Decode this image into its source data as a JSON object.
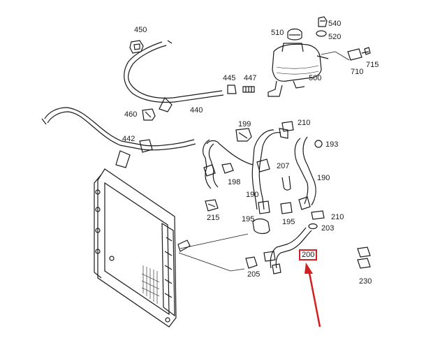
{
  "diagram": {
    "part_labels": [
      "450",
      "510",
      "540",
      "520",
      "715",
      "710",
      "500",
      "445",
      "447",
      "440",
      "460",
      "442",
      "199",
      "210",
      "193",
      "207",
      "198",
      "190",
      "190",
      "215",
      "195",
      "195",
      "210",
      "203",
      "200",
      "205",
      "230"
    ],
    "highlighted_part": "200",
    "highlight_color": "#d21f1f",
    "line_color": "#1a1a1a",
    "background_color": "#ffffff"
  }
}
